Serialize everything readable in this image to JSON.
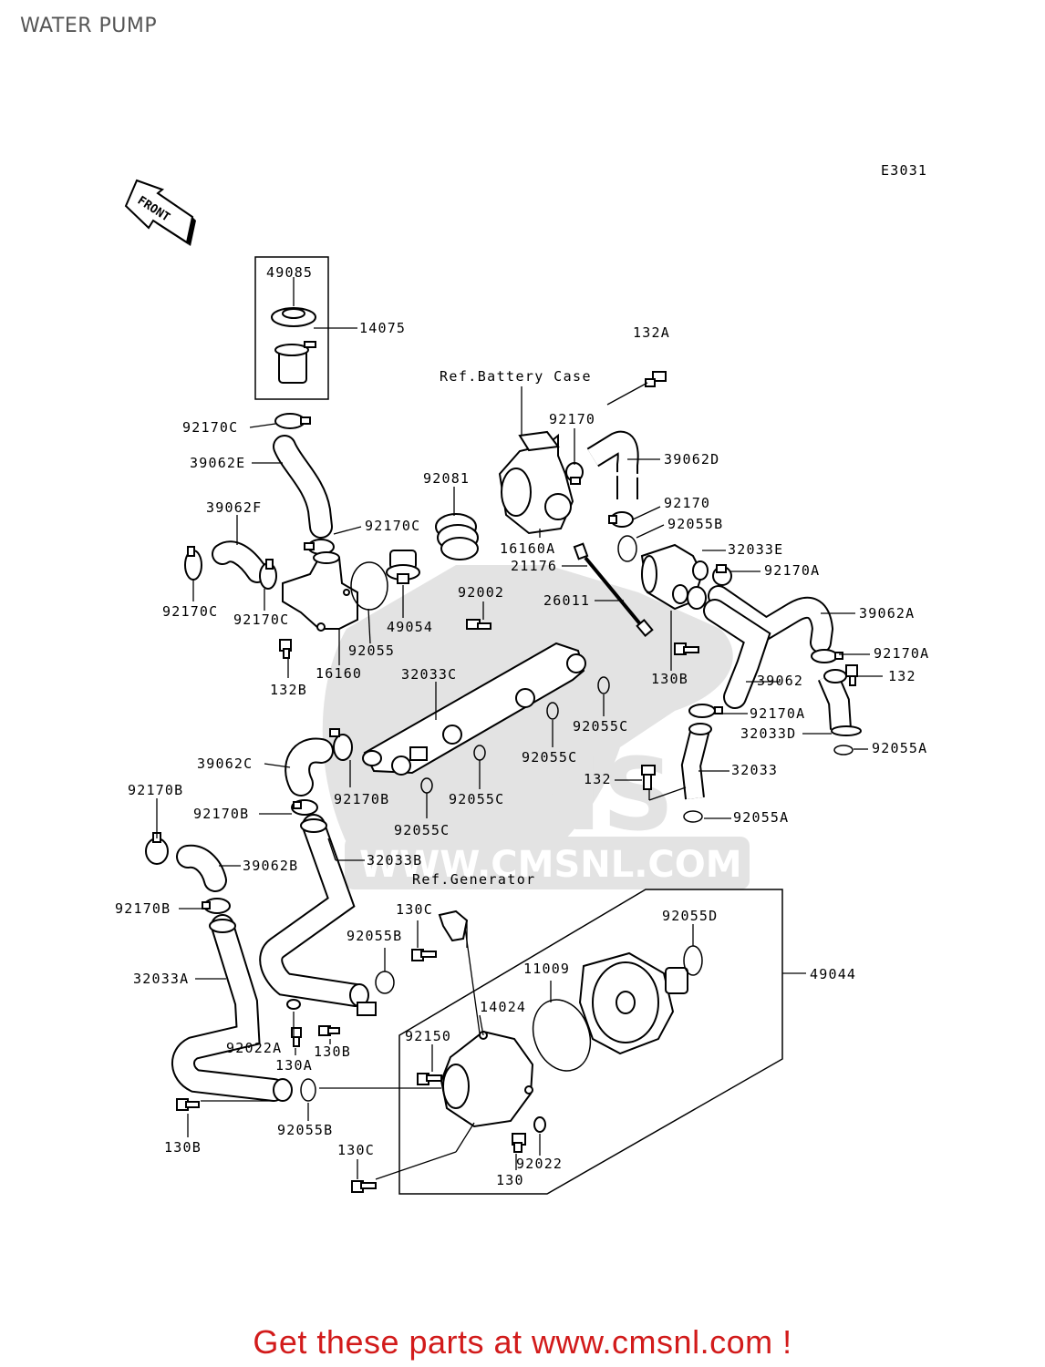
{
  "header": {
    "title": "WATER PUMP"
  },
  "diagram": {
    "code": "E3031",
    "front_label": "FRONT",
    "watermark": {
      "text": "WWW.CMSNL.COM",
      "logo_text": "CMS"
    },
    "references": {
      "battery_case": "Ref.Battery Case",
      "generator": "Ref.Generator"
    },
    "labels": {
      "l49085": "49085",
      "l14075": "14075",
      "l132A": "132A",
      "l92170C_a": "92170C",
      "l39062E": "39062E",
      "l92170_a": "92170",
      "l39062D": "39062D",
      "l92081": "92081",
      "l39062F": "39062F",
      "l92170C_b": "92170C",
      "l92170_b": "92170",
      "l92055B_a": "92055B",
      "l16160A": "16160A",
      "l32033E": "32033E",
      "l21176": "21176",
      "l92170A_a": "92170A",
      "l92170C_c": "92170C",
      "l92170C_d": "92170C",
      "l92002": "92002",
      "l26011": "26011",
      "l39062A": "39062A",
      "l49054": "49054",
      "l92170A_b": "92170A",
      "l92055_a": "92055",
      "l132B": "132B",
      "l16160": "16160",
      "l32033C": "32033C",
      "l130B_a": "130B",
      "l39062": "39062",
      "l132_a": "132",
      "l92170A_c": "92170A",
      "l92055C_a": "92055C",
      "l32033D": "32033D",
      "l92055A_a": "92055A",
      "l39062C": "39062C",
      "l92055C_b": "92055C",
      "l132_b": "132",
      "l32033": "32033",
      "l92170B_a": "92170B",
      "l92055C_c": "92055C",
      "l92170B_b": "92170B",
      "l92170B_c": "92170B",
      "l92055A_b": "92055A",
      "l92055C_d": "92055C",
      "l39062B": "39062B",
      "l32033B": "32033B",
      "l92170B_d": "92170B",
      "l130C_a": "130C",
      "l92055D": "92055D",
      "l92055B_b": "92055B",
      "l11009": "11009",
      "l49044": "49044",
      "l32033A": "32033A",
      "l14024": "14024",
      "l92150": "92150",
      "l92022A": "92022A",
      "l130B_b": "130B",
      "l130A": "130A",
      "l92055B_c": "92055B",
      "l130B_c": "130B",
      "l130C_b": "130C",
      "l92022": "92022",
      "l130": "130"
    }
  },
  "footer": {
    "cta": "Get these parts at www.cmsnl.com !"
  }
}
